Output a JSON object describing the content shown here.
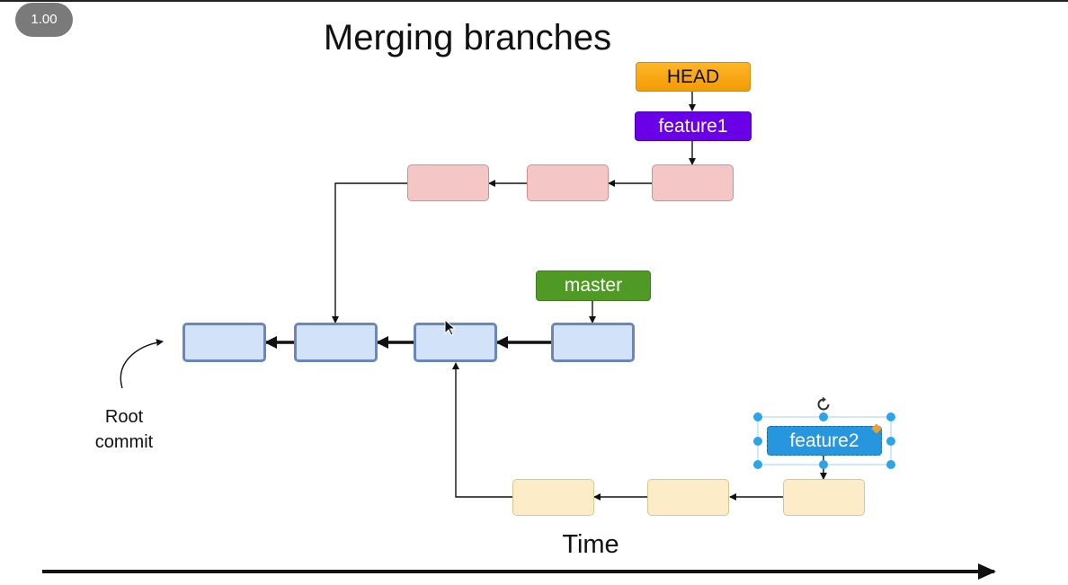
{
  "toolbar": {
    "zoom_level": "1.00"
  },
  "diagram": {
    "title": "Merging branches",
    "labels": {
      "head": "HEAD",
      "feature1": "feature1",
      "master": "master",
      "feature2": "feature2"
    },
    "annotations": {
      "root_line1": "Root",
      "root_line2": "commit",
      "time": "Time"
    },
    "colors": {
      "head": "#f39a06",
      "feature1": "#6a00e8",
      "master": "#4f9a25",
      "feature2": "#2696de",
      "feature1_commits": "#f5c6c6",
      "master_commits": "#d2e2f8",
      "feature2_commits": "#fdecc8"
    },
    "commits": {
      "master_count": 4,
      "feature1_count": 3,
      "feature2_count": 3
    },
    "selection": {
      "selected_element": "feature2"
    }
  }
}
